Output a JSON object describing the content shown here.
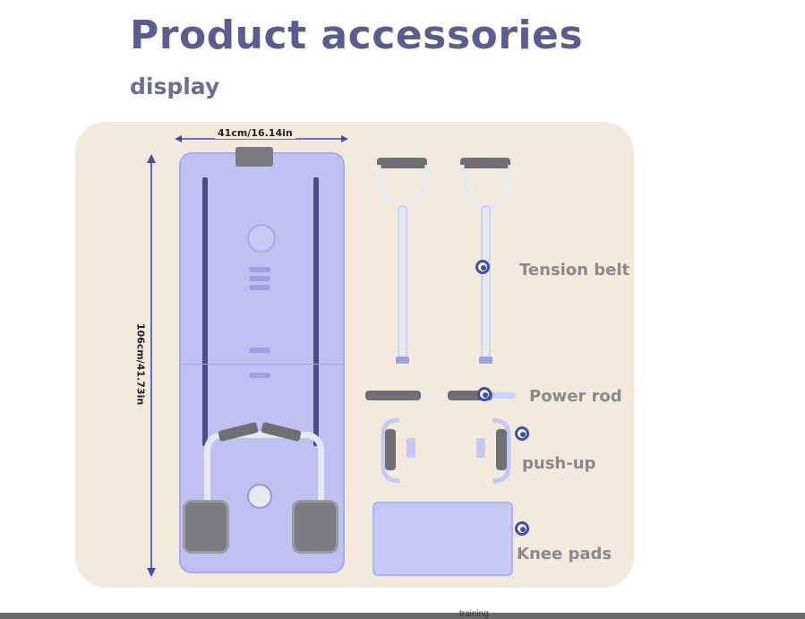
{
  "header": {
    "title": "Product accessories",
    "subtitle": "display"
  },
  "dimensions": {
    "width_label": "41cm/16.14in",
    "height_label": "106cm/41.73in"
  },
  "accessories": [
    {
      "label": "Tension belt"
    },
    {
      "label": "Power rod"
    },
    {
      "label": "push-up"
    },
    {
      "label": "Knee pads"
    }
  ],
  "footer": {
    "text": "training"
  },
  "colors": {
    "title": "#5a5d8f",
    "panel": "#f3e9dc",
    "device": "#bfc1f2",
    "accent": "#3f4ea8"
  }
}
